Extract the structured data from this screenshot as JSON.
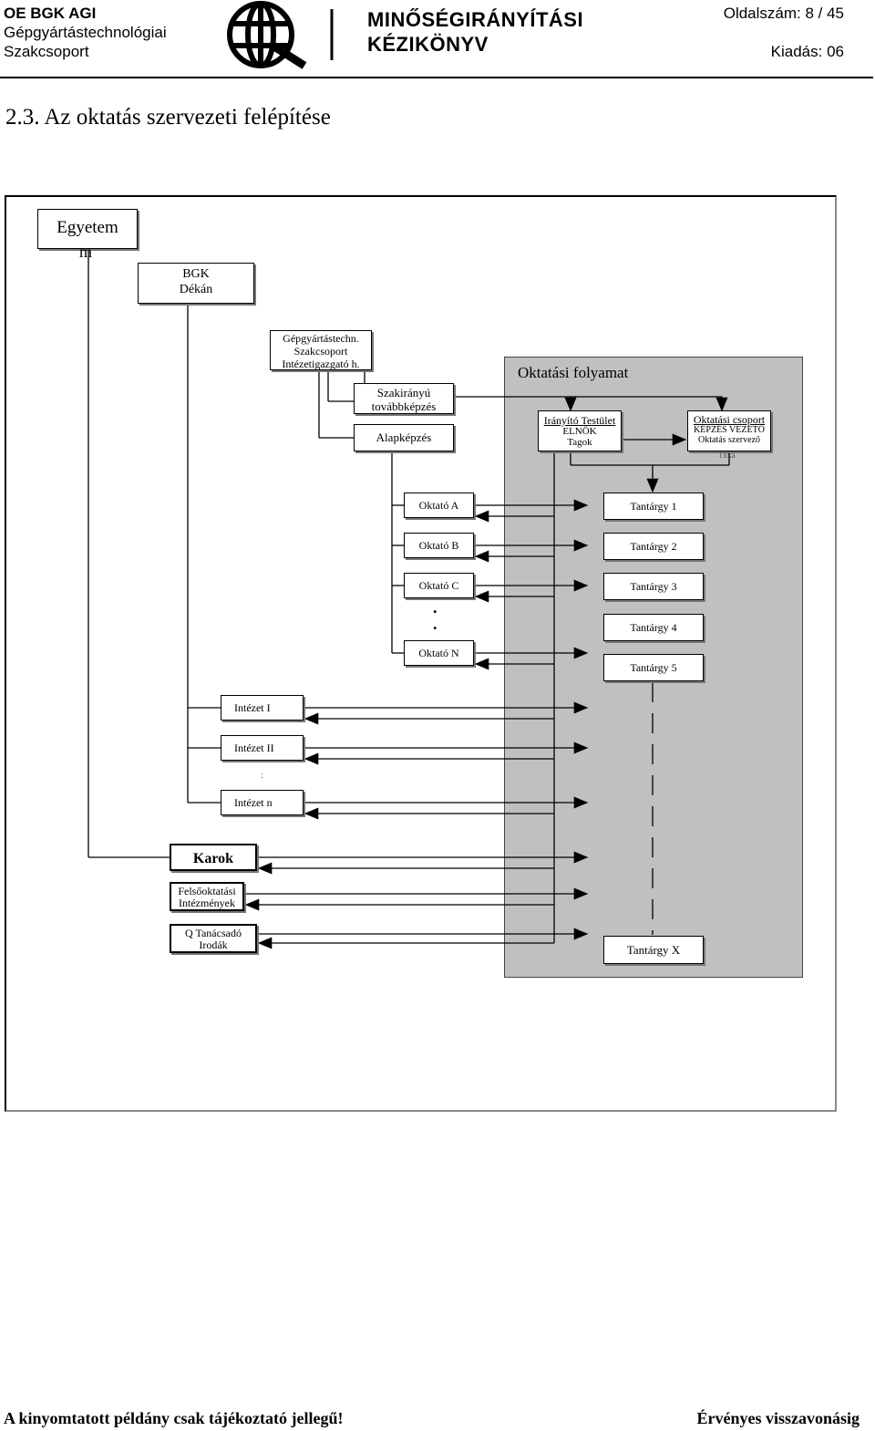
{
  "header": {
    "org": "OE BGK AGI",
    "dept_line1": "Gépgyártástechnológiai",
    "dept_line2": "Szakcsoport",
    "manual_line1": "MINŐSÉGIRÁNYÍTÁSI",
    "manual_line2": "KÉZIKÖNYV",
    "page_number": "Oldalszám: 8 / 45",
    "edition": "Kiadás: 06"
  },
  "section": {
    "title": "2.3. Az oktatás szervezeti felépítése"
  },
  "diagram": {
    "egyetem": {
      "line1": "Egyetem",
      "line2": "m"
    },
    "dekan": {
      "line1": "BGK",
      "line2": "Dékán"
    },
    "intezet_h": {
      "line1": "Gépgyártástechn.",
      "line2": "Szakcsoport",
      "line3": "Intézetigazgató h."
    },
    "szakiranyu": {
      "line1": "Szakirányú",
      "line2": "továbbképzés"
    },
    "alapkepzes": "Alapképzés",
    "folyamat_title": "Oktatási folyamat",
    "iranyito": {
      "line1": "Irányító Testület",
      "line2": "ELNÖK",
      "line3": "Tagok"
    },
    "csoport": {
      "line1": "Oktatási csoport",
      "line2": "KÉPZÉS VEZETŐ",
      "line3": "Oktatás szervező",
      "line4": "Titká"
    },
    "oktatok": [
      "Oktató A",
      "Oktató B",
      "Oktató C",
      "Oktató N"
    ],
    "dots": ".",
    "tantargyak": [
      "Tantárgy 1",
      "Tantárgy 2",
      "Tantárgy 3",
      "Tantárgy 4",
      "Tantárgy 5"
    ],
    "tantargy_x": "Tantárgy X",
    "intezetek": [
      "Intézet I",
      "Intézet II",
      "Intézet n"
    ],
    "intezet_dots": ":",
    "karok": "Karok",
    "felsooktatasi": {
      "line1": "Felsőoktatási",
      "line2": "Intézmények"
    },
    "tanacsado": {
      "line1": "Q Tanácsadó",
      "line2": "Irodák"
    }
  },
  "footer": {
    "left": "A kinyomtatott példány csak tájékoztató jellegű!",
    "right": "Érvényes visszavonásig"
  }
}
